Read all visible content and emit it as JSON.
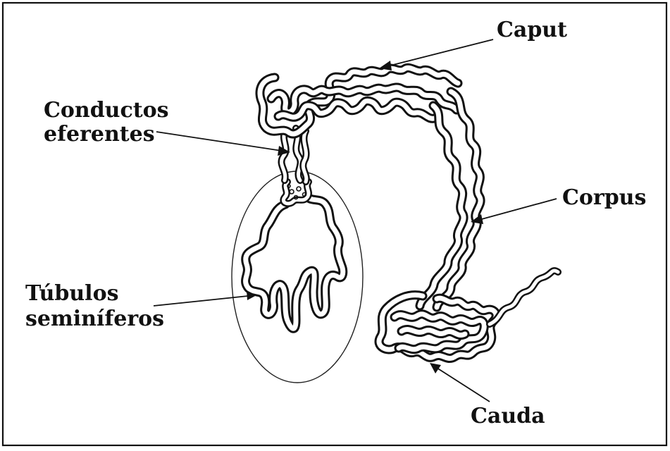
{
  "labels": {
    "caput": "Caput",
    "conductos_line1": "Conductos",
    "conductos_line2": "eferentes",
    "corpus": "Corpus",
    "tubulos_line1": "Túbulos",
    "tubulos_line2": "seminíferos",
    "cauda": "Cauda"
  }
}
